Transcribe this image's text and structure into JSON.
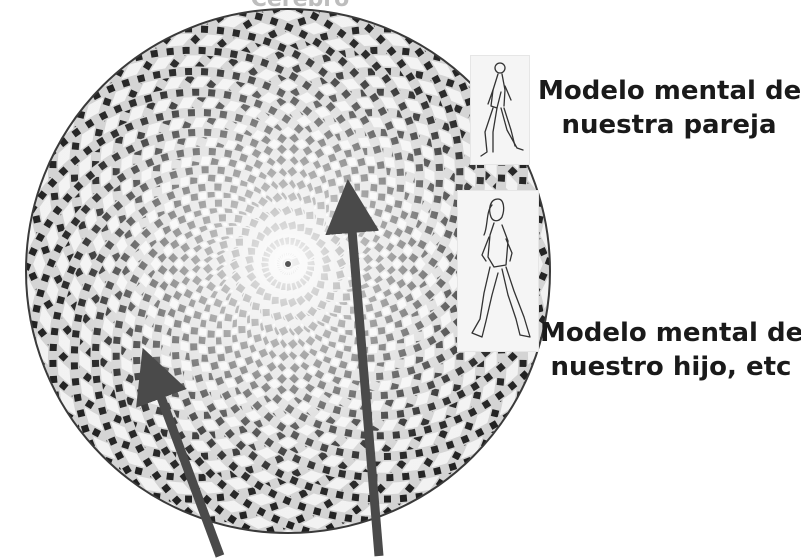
{
  "top_text_fragment": "Cerebro",
  "labels": {
    "partner": [
      "Modelo mental de",
      "nuestra pareja"
    ],
    "child": [
      "Modelo mental de",
      "nuestro hijo, etc"
    ]
  },
  "icons": {
    "spiral": "spiral-sphere-icon",
    "man": "walking-man-icon",
    "woman": "walking-woman-icon",
    "arrow": "arrow-up-icon"
  },
  "colors": {
    "dark_band": "#1c1c1c",
    "light_band": "#d2d2d2",
    "arrow": "#4a4a4a",
    "text": "#1a1a1a"
  }
}
